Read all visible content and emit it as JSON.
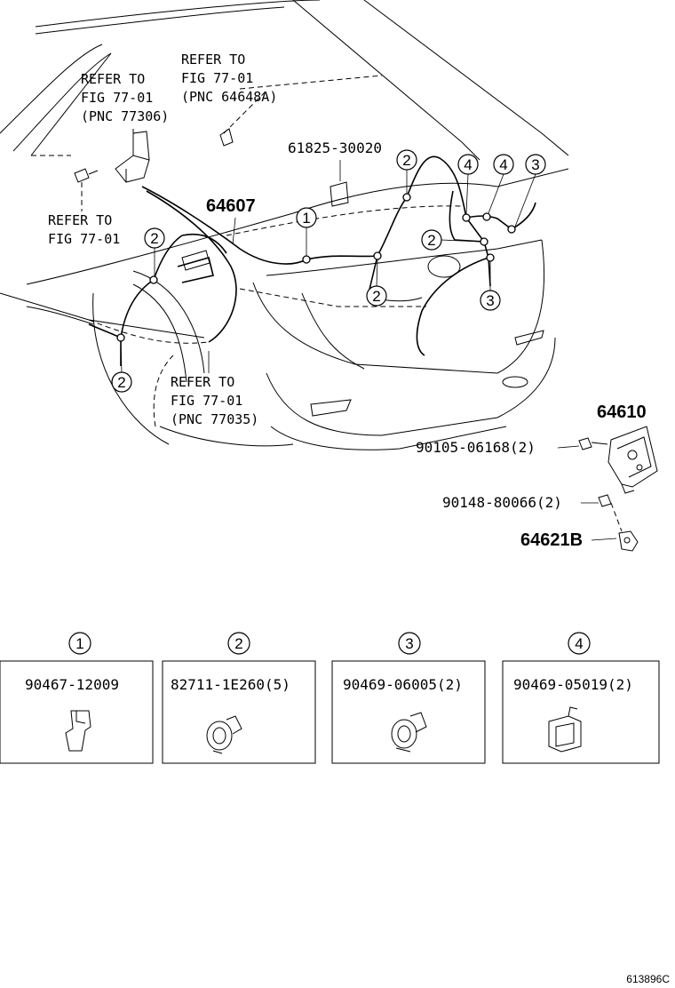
{
  "labels": {
    "refer_a_line1": "REFER TO",
    "refer_a_line2": "FIG 77-01",
    "refer_a_line3": "(PNC 64648A)",
    "refer_b_line1": "REFER TO",
    "refer_b_line2": "FIG 77-01",
    "refer_b_line3": "(PNC 77306)",
    "refer_c_line1": "REFER TO",
    "refer_c_line2": "FIG 77-01",
    "refer_d_line1": "REFER TO",
    "refer_d_line2": "FIG 77-01",
    "refer_d_line3": "(PNC 77035)",
    "part_61825": "61825-30020",
    "part_64607": "64607",
    "part_64610": "64610",
    "part_90105": "90105-06168(2)",
    "part_90148": "90148-80066(2)",
    "part_64621b": "64621B"
  },
  "callouts": {
    "c1": "1",
    "c2": "2",
    "c3": "3",
    "c4": "4"
  },
  "legend": [
    {
      "num": "1",
      "part": "90467-12009"
    },
    {
      "num": "2",
      "part": "82711-1E260(5)"
    },
    {
      "num": "3",
      "part": "90469-06005(2)"
    },
    {
      "num": "4",
      "part": "90469-05019(2)"
    }
  ],
  "footer": {
    "code": "613896C"
  }
}
